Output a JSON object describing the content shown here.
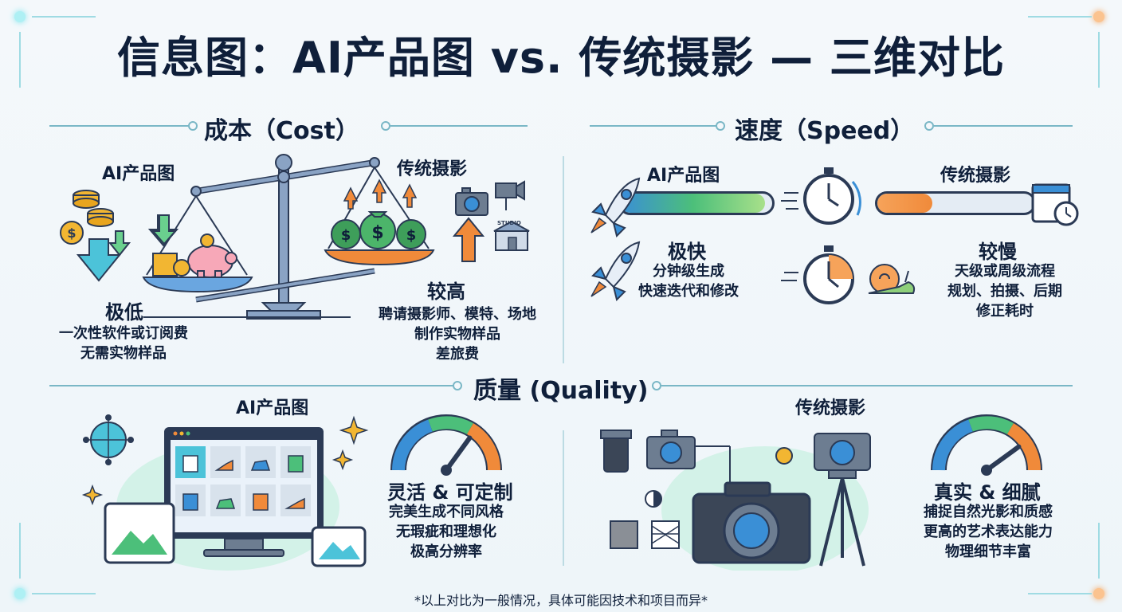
{
  "title": "信息图：AI产品图 vs. 传统摄影 — 三维对比",
  "cost": {
    "heading": "成本（Cost）",
    "ai": {
      "label": "AI产品图",
      "rating": "极低",
      "details": [
        "一次性软件或订阅费",
        "无需实物样品"
      ]
    },
    "traditional": {
      "label": "传统摄影",
      "rating": "较高",
      "details": [
        "聘请摄影师、模特、场地",
        "制作实物样品",
        "差旅费"
      ]
    },
    "studio_sign": "STUDIO"
  },
  "speed": {
    "heading": "速度（Speed）",
    "ai": {
      "label": "AI产品图",
      "rating": "极快",
      "details": [
        "分钟级生成",
        "快速迭代和修改"
      ],
      "progress": 0.95
    },
    "traditional": {
      "label": "传统摄影",
      "rating": "较慢",
      "details": [
        "天级或周级流程",
        "规划、拍摄、后期",
        "修正耗时"
      ],
      "progress": 0.35
    }
  },
  "quality": {
    "heading": "质量 (Quality)",
    "ai": {
      "label": "AI产品图",
      "rating": "灵活 & 可定制",
      "details": [
        "完美生成不同风格",
        "无瑕疵和理想化",
        "极高分辨率"
      ],
      "gauge": 0.7
    },
    "traditional": {
      "label": "传统摄影",
      "rating": "真实 & 细腻",
      "details": [
        "捕捉自然光影和质感",
        "更高的艺术表达能力",
        "物理细节丰富"
      ],
      "gauge": 0.8
    }
  },
  "footnote": "*以上对比为一般情况，具体可能因技术和项目而异*",
  "colors": {
    "accent": "#7ab7c6",
    "navy": "#0f1f3a",
    "green": "#4cbf7a",
    "orange": "#f08a3a",
    "blue": "#3a8fd6"
  }
}
